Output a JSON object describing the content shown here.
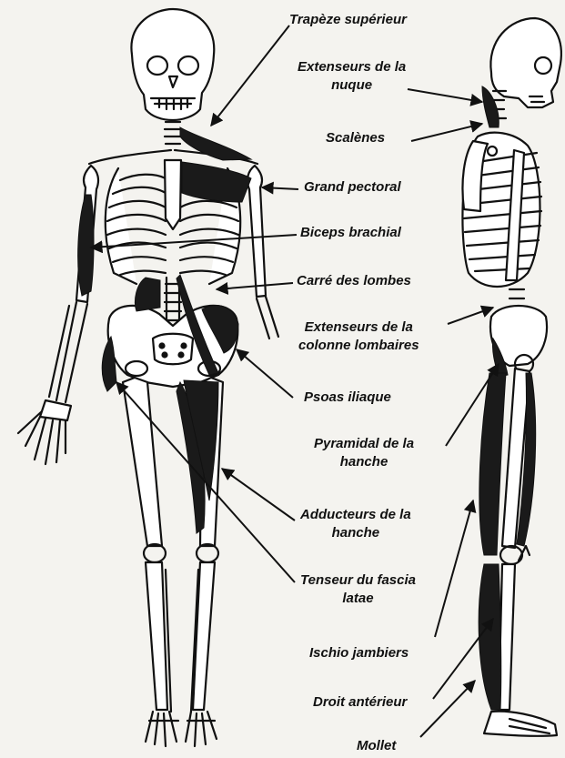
{
  "figure": {
    "ink_color": "#111111",
    "paper_color": "#f4f3ef",
    "muscle_color": "#1a1a1a",
    "labels": [
      {
        "id": "trapeze",
        "lines": [
          "Trapèze supérieur"
        ]
      },
      {
        "id": "extenseurs-nuque",
        "lines": [
          "Extenseurs de la",
          "nuque"
        ]
      },
      {
        "id": "scalenes",
        "lines": [
          "Scalènes"
        ]
      },
      {
        "id": "grand-pectoral",
        "lines": [
          "Grand pectoral"
        ]
      },
      {
        "id": "biceps",
        "lines": [
          "Biceps brachial"
        ]
      },
      {
        "id": "carre-lombes",
        "lines": [
          "Carré des lombes"
        ]
      },
      {
        "id": "extenseurs-lombaires",
        "lines": [
          "Extenseurs de la",
          "colonne lombaires"
        ]
      },
      {
        "id": "psoas",
        "lines": [
          "Psoas iliaque"
        ]
      },
      {
        "id": "pyramidal",
        "lines": [
          "Pyramidal de la",
          "hanche"
        ]
      },
      {
        "id": "adducteurs",
        "lines": [
          "Adducteurs de la",
          "hanche"
        ]
      },
      {
        "id": "tenseur",
        "lines": [
          "Tenseur du fascia",
          "latae"
        ]
      },
      {
        "id": "ischio",
        "lines": [
          "Ischio jambiers"
        ]
      },
      {
        "id": "droit-anterieur",
        "lines": [
          "Droit antérieur"
        ]
      },
      {
        "id": "mollet",
        "lines": [
          "Mollet"
        ]
      }
    ]
  }
}
